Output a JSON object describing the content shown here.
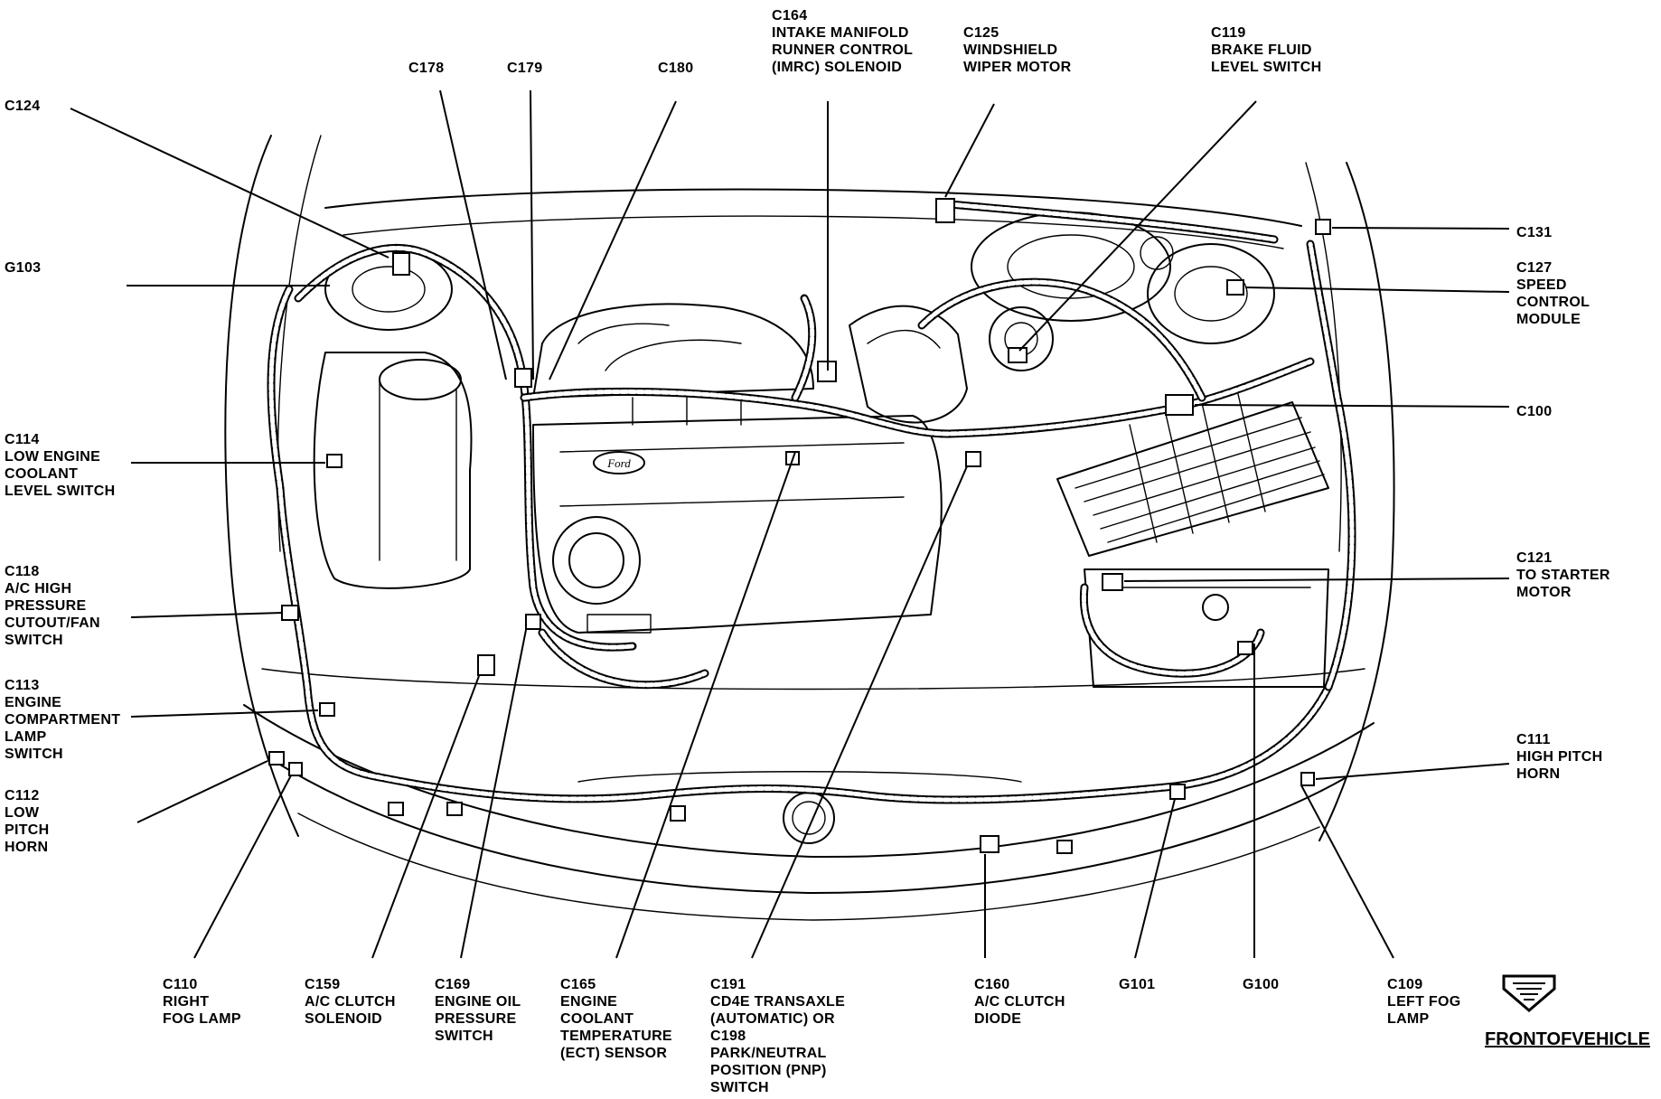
{
  "labels": [
    {
      "id": "c124",
      "lines": [
        "C124"
      ]
    },
    {
      "id": "g103",
      "lines": [
        "G103"
      ]
    },
    {
      "id": "c178",
      "lines": [
        "C178"
      ]
    },
    {
      "id": "c179",
      "lines": [
        "C179"
      ]
    },
    {
      "id": "c180",
      "lines": [
        "C180"
      ]
    },
    {
      "id": "c164",
      "lines": [
        "C164",
        "INTAKE MANIFOLD",
        "RUNNER CONTROL",
        "(IMRC) SOLENOID"
      ]
    },
    {
      "id": "c125",
      "lines": [
        "C125",
        "WINDSHIELD",
        "WIPER MOTOR"
      ]
    },
    {
      "id": "c119",
      "lines": [
        "C119",
        "BRAKE FLUID",
        "LEVEL SWITCH"
      ]
    },
    {
      "id": "c131",
      "lines": [
        "C131"
      ]
    },
    {
      "id": "c127",
      "lines": [
        "C127",
        "SPEED",
        "CONTROL",
        "MODULE"
      ]
    },
    {
      "id": "c100",
      "lines": [
        "C100"
      ]
    },
    {
      "id": "c121",
      "lines": [
        "C121",
        "TO STARTER",
        "MOTOR"
      ]
    },
    {
      "id": "c111",
      "lines": [
        "C111",
        "HIGH PITCH",
        "HORN"
      ]
    },
    {
      "id": "c114",
      "lines": [
        "C114",
        "LOW ENGINE",
        "COOLANT",
        "LEVEL SWITCH"
      ]
    },
    {
      "id": "c118",
      "lines": [
        "C118",
        "A/C HIGH",
        "PRESSURE",
        "CUTOUT/FAN",
        "SWITCH"
      ]
    },
    {
      "id": "c113",
      "lines": [
        "C113",
        "ENGINE",
        "COMPARTMENT",
        "LAMP",
        "SWITCH"
      ]
    },
    {
      "id": "c112",
      "lines": [
        "C112",
        "LOW",
        "PITCH",
        "HORN"
      ]
    },
    {
      "id": "c110",
      "lines": [
        "C110",
        "RIGHT",
        "FOG LAMP"
      ]
    },
    {
      "id": "c159",
      "lines": [
        "C159",
        "A/C CLUTCH",
        "SOLENOID"
      ]
    },
    {
      "id": "c169",
      "lines": [
        "C169",
        "ENGINE OIL",
        "PRESSURE",
        "SWITCH"
      ]
    },
    {
      "id": "c165",
      "lines": [
        "C165",
        "ENGINE",
        "COOLANT",
        "TEMPERATURE",
        "(ECT) SENSOR"
      ]
    },
    {
      "id": "c191",
      "lines": [
        "C191",
        "CD4E TRANSAXLE",
        "(AUTOMATIC) OR",
        "C198",
        "PARK/NEUTRAL",
        "POSITION (PNP)",
        "SWITCH"
      ]
    },
    {
      "id": "c160",
      "lines": [
        "C160",
        "A/C CLUTCH",
        "DIODE"
      ]
    },
    {
      "id": "g101",
      "lines": [
        "G101"
      ]
    },
    {
      "id": "g100",
      "lines": [
        "G100"
      ]
    },
    {
      "id": "c109",
      "lines": [
        "C109",
        "LEFT FOG",
        "LAMP"
      ]
    }
  ],
  "front_of_vehicle": "FRONTOFVEHICLE",
  "engine_badge": "Ford"
}
